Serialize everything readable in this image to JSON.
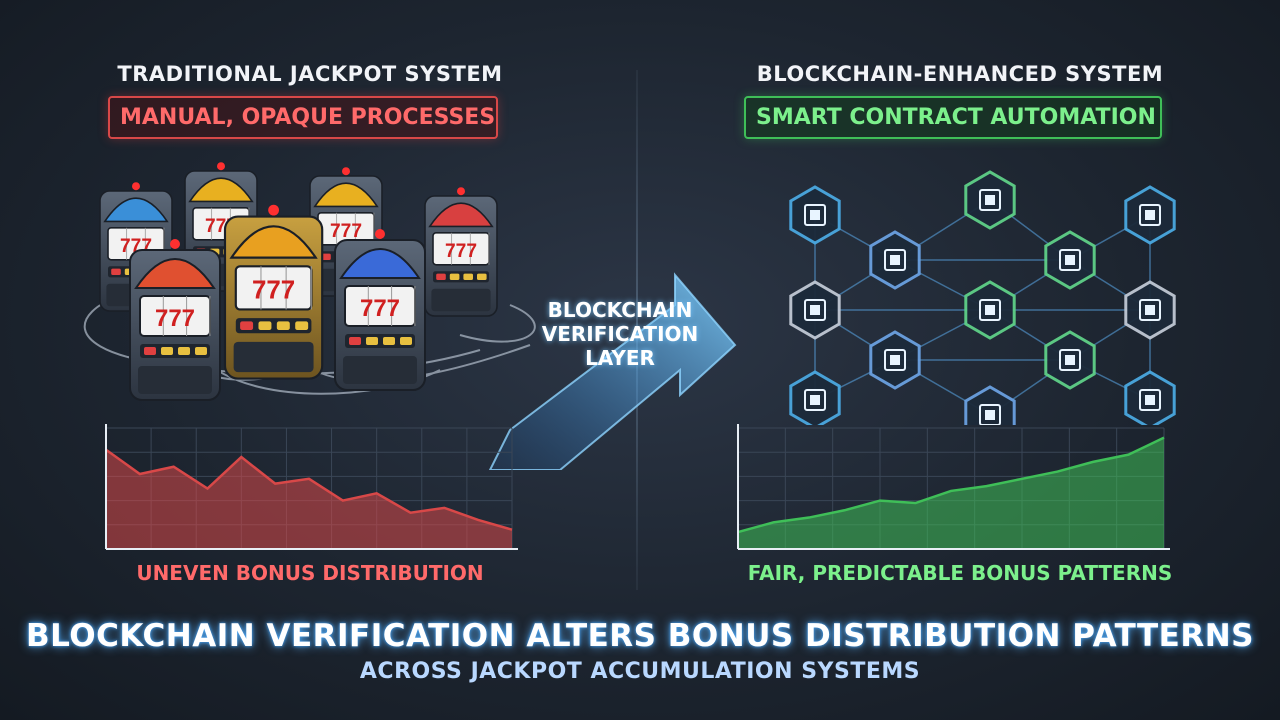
{
  "left_panel": {
    "heading": "TRADITIONAL JACKPOT SYSTEM",
    "tag": "MANUAL, OPAQUE PROCESSES",
    "caption": "UNEVEN BONUS DISTRIBUTION",
    "reel_symbol": "777"
  },
  "right_panel": {
    "heading": "BLOCKCHAIN-ENHANCED SYSTEM",
    "tag": "SMART CONTRACT AUTOMATION",
    "caption": "FAIR, PREDICTABLE BONUS PATTERNS"
  },
  "center": {
    "label_lines": [
      "BLOCKCHAIN",
      "VERIFICATION",
      "LAYER"
    ]
  },
  "footer": {
    "title": "BLOCKCHAIN VERIFICATION ALTERS BONUS DISTRIBUTION PATTERNS",
    "subtitle": "ACROSS JACKPOT ACCUMULATION SYSTEMS"
  },
  "colors": {
    "red_accent": "#d84848",
    "green_accent": "#3fbf58",
    "blue_glow": "#3aa0ff"
  },
  "icons": {
    "machines": "slot-machine-icon",
    "nodes": "hexagon-chip-node-icon",
    "arrow": "arrow-right-icon"
  },
  "chart_data": [
    {
      "type": "area",
      "series_color": "#d84848",
      "values": [
        82,
        62,
        68,
        50,
        76,
        54,
        58,
        40,
        46,
        30,
        34,
        24,
        16
      ],
      "ylim": [
        0,
        100
      ],
      "grid": true
    },
    {
      "type": "area",
      "series_color": "#3fbf58",
      "values": [
        14,
        22,
        26,
        32,
        40,
        38,
        48,
        52,
        58,
        64,
        72,
        78,
        92
      ],
      "ylim": [
        0,
        100
      ],
      "grid": true
    }
  ]
}
